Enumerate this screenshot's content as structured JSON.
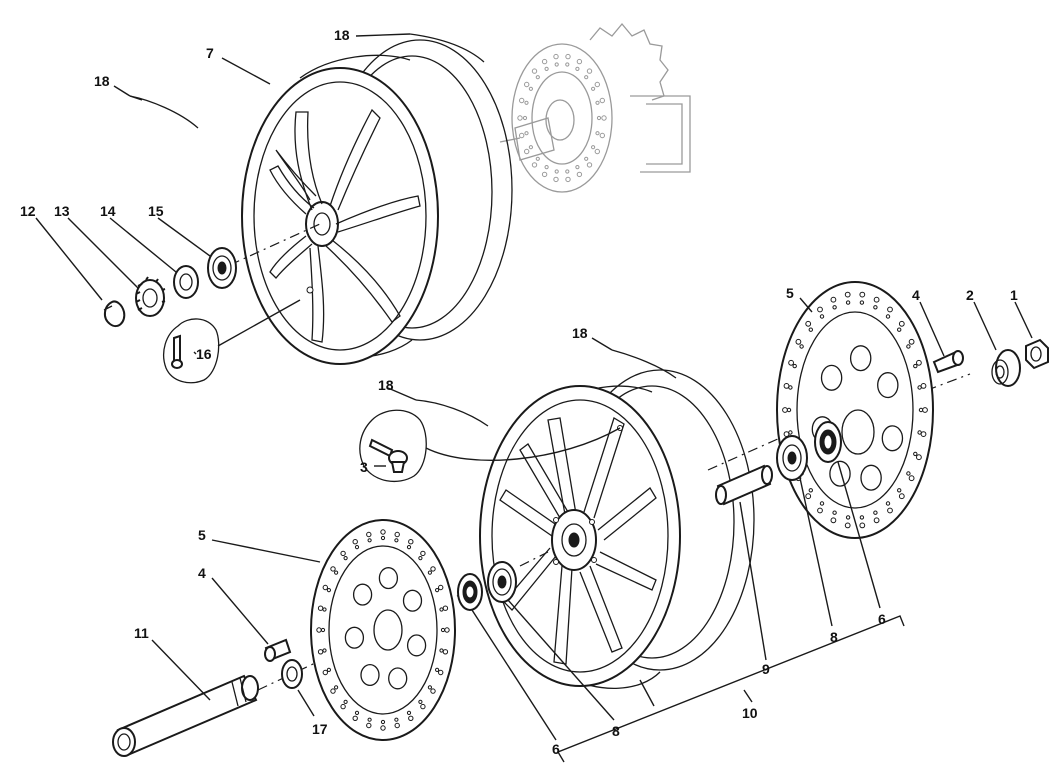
{
  "callouts": {
    "c1": "1",
    "c2": "2",
    "c3": "3",
    "c4a": "4",
    "c4b": "4",
    "c5a": "5",
    "c5b": "5",
    "c6a": "6",
    "c6b": "6",
    "c7": "7",
    "c8a": "8",
    "c8b": "8",
    "c9": "9",
    "c10": "10",
    "c11": "11",
    "c12": "12",
    "c13": "13",
    "c14": "14",
    "c15": "15",
    "c16": "16",
    "c17": "17",
    "c18a": "18",
    "c18b": "18",
    "c18c": "18",
    "c18d": "18"
  },
  "colors": {
    "line": "#1a1a1a",
    "ghost": "#9a9a9a",
    "background": "#ffffff"
  }
}
